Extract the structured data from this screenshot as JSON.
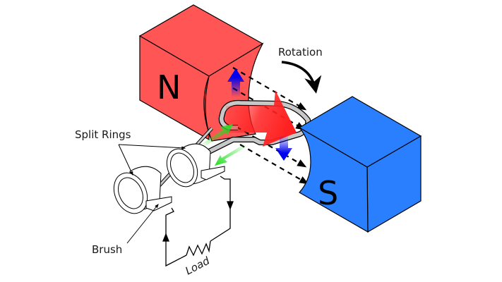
{
  "title": "DC motor / generator principle diagram",
  "labels": {
    "north_pole": "N",
    "south_pole": "S",
    "rotation": "Rotation",
    "split_rings": "Split Rings",
    "brush": "Brush",
    "load": "Load"
  },
  "colors": {
    "north_magnet": "#ff5555",
    "south_magnet": "#2a7fff",
    "force_arrow": "#ff2020",
    "current_arrow": "#22dd22",
    "motion_arrow": "#0000ee",
    "coil": "#c8c8c8",
    "outline": "#000000"
  },
  "arrows": {
    "field_lines": 4,
    "field_direction": "N to S",
    "current_arrows": [
      "into-coil",
      "out-of-coil"
    ],
    "motion_arrows": [
      "up",
      "down"
    ]
  }
}
